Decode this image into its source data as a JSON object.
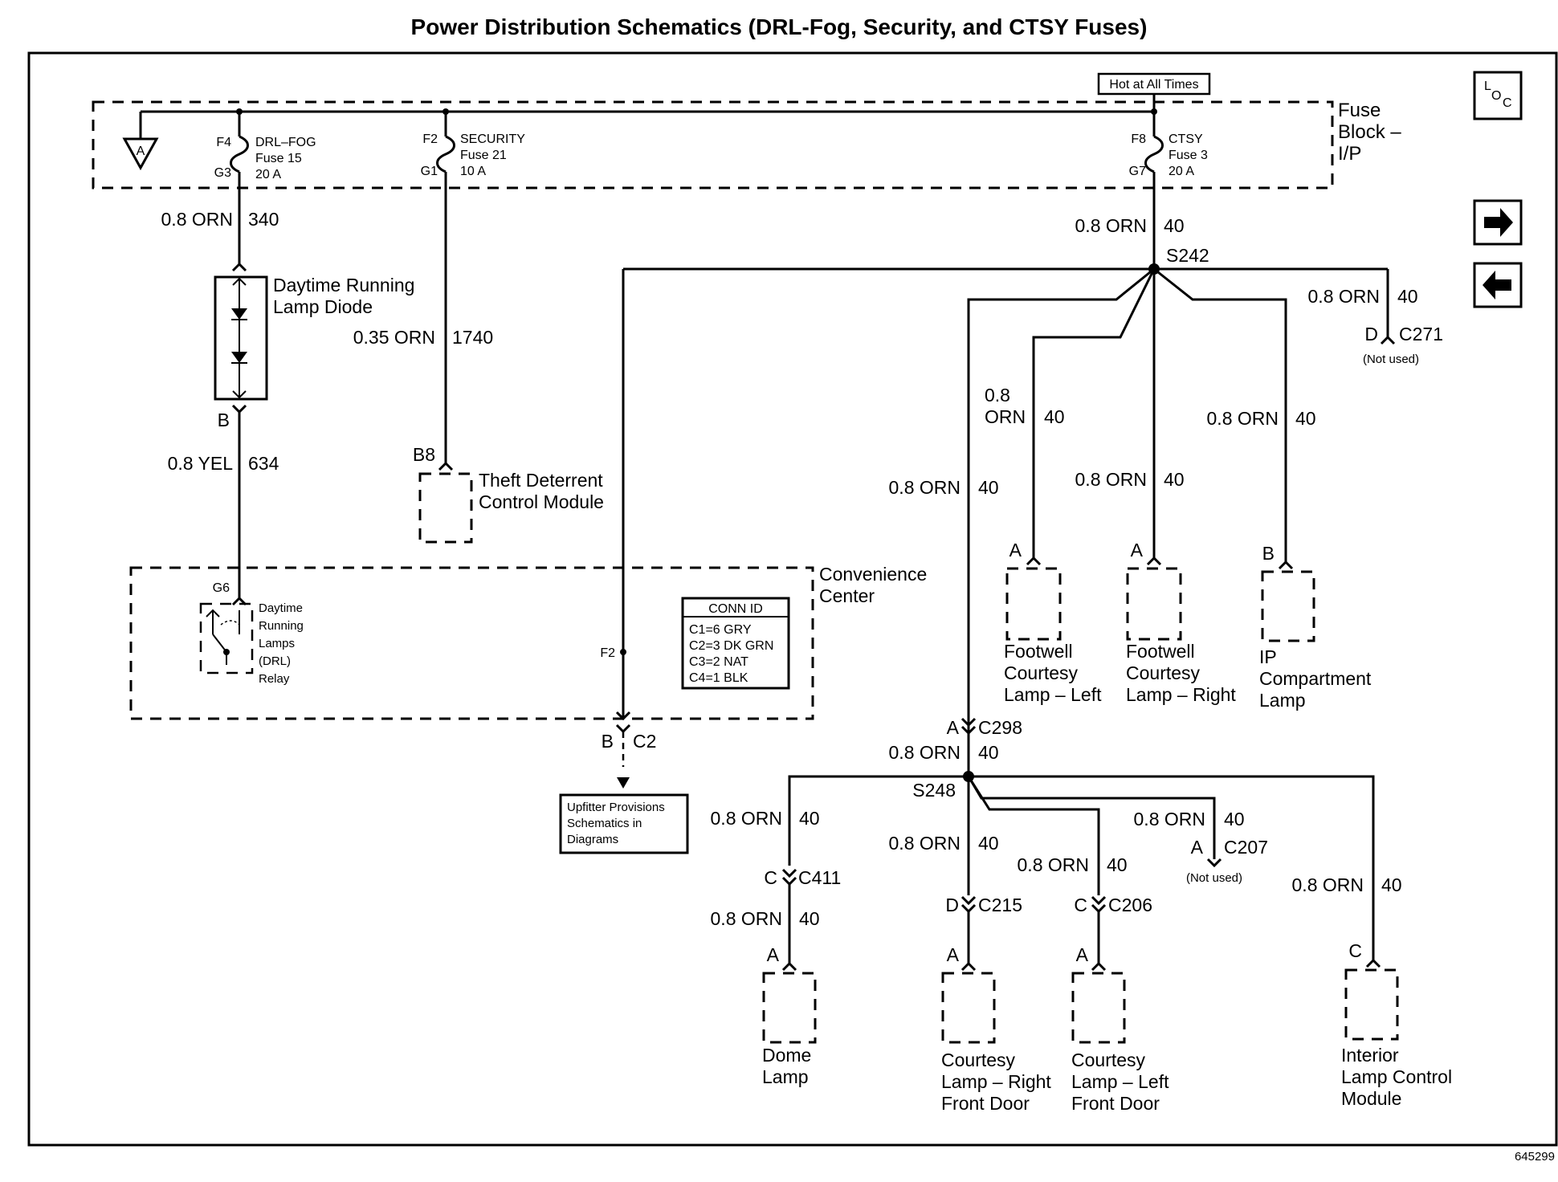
{
  "title": "Power Distribution Schematics (DRL-Fog, Security, and CTSY Fuses)",
  "diagram_id": "645299",
  "hot_at_all_times": "Hot at All Times",
  "fuse_block": {
    "line1": "Fuse",
    "line2": "Block –",
    "line3": "I/P",
    "ground_label": "A"
  },
  "loc_icon": {
    "l": "L",
    "o": "O",
    "c": "C"
  },
  "nav": {
    "next": "next-page",
    "prev": "previous-page"
  },
  "fuses": [
    {
      "top_pin": "F4",
      "bottom_pin": "G3",
      "name": "DRL–FOG",
      "fuse": "Fuse 15",
      "amps": "20 A"
    },
    {
      "top_pin": "F2",
      "bottom_pin": "G1",
      "name": "SECURITY",
      "fuse": "Fuse 21",
      "amps": "10 A"
    },
    {
      "top_pin": "F8",
      "bottom_pin": "G7",
      "name": "CTSY",
      "fuse": "Fuse 3",
      "amps": "20 A"
    }
  ],
  "wires": {
    "w340": {
      "gauge": "0.8 ORN",
      "circuit": "340"
    },
    "w634": {
      "gauge": "0.8 YEL",
      "circuit": "634"
    },
    "w1740": {
      "gauge": "0.35 ORN",
      "circuit": "1740"
    },
    "w_ctsy": {
      "gauge": "0.8 ORN",
      "circuit": "40"
    },
    "w_c271": {
      "gauge": "0.8 ORN",
      "circuit": "40"
    },
    "w_fwl_gauge1": "0.8",
    "w_fwl_gauge2": "ORN",
    "w_fwl_circuit": "40",
    "w_fwr": {
      "gauge": "0.8 ORN",
      "circuit": "40"
    },
    "w_ip": {
      "gauge": "0.8 ORN",
      "circuit": "40"
    },
    "w_down": {
      "gauge": "0.8 ORN",
      "circuit": "40"
    },
    "w_c298": {
      "gauge": "0.8 ORN",
      "circuit": "40"
    },
    "w_c411a": {
      "gauge": "0.8 ORN",
      "circuit": "40"
    },
    "w_c411b": {
      "gauge": "0.8 ORN",
      "circuit": "40"
    },
    "w_c215": {
      "gauge": "0.8 ORN",
      "circuit": "40"
    },
    "w_c206": {
      "gauge": "0.8 ORN",
      "circuit": "40"
    },
    "w_c207": {
      "gauge": "0.8 ORN",
      "circuit": "40"
    },
    "w_ilcm": {
      "gauge": "0.8 ORN",
      "circuit": "40"
    }
  },
  "splices": {
    "s242": "S242",
    "s248": "S248"
  },
  "drl_diode": {
    "line1": "Daytime Running",
    "line2": "Lamp Diode",
    "pin": "B"
  },
  "theft_module": {
    "pin": "B8",
    "line1": "Theft Deterrent",
    "line2": "Control Module"
  },
  "convenience_center": {
    "line1": "Convenience",
    "line2": "Center",
    "relay_pin": "G6",
    "relay": [
      "Daytime",
      "Running",
      "Lamps",
      "(DRL)",
      "Relay"
    ],
    "f2_pin": "F2",
    "conn_id_title": "CONN ID",
    "conn_id_rows": [
      "C1=6 GRY",
      "C2=3 DK GRN",
      "C3=2 NAT",
      "C4=1 BLK"
    ]
  },
  "c2": {
    "pin": "B",
    "name": "C2"
  },
  "upfitter": [
    "Upfitter Provisions",
    "Schematics in",
    "Diagrams"
  ],
  "c271": {
    "pin": "D",
    "name": "C271",
    "note": "(Not used)"
  },
  "c298": {
    "pin": "A",
    "name": "C298"
  },
  "c207": {
    "pin": "A",
    "name": "C207",
    "note": "(Not used)"
  },
  "c411": {
    "pin": "C",
    "name": "C411"
  },
  "c215": {
    "pin": "D",
    "name": "C215"
  },
  "c206": {
    "pin": "C",
    "name": "C206"
  },
  "components": {
    "footwell_left": {
      "pin": "A",
      "lines": [
        "Footwell",
        "Courtesy",
        "Lamp – Left"
      ]
    },
    "footwell_right": {
      "pin": "A",
      "lines": [
        "Footwell",
        "Courtesy",
        "Lamp – Right"
      ]
    },
    "ip_lamp": {
      "pin": "B",
      "lines": [
        "IP",
        "Compartment",
        "Lamp"
      ]
    },
    "dome_lamp": {
      "pin": "A",
      "lines": [
        "Dome",
        "Lamp"
      ]
    },
    "courtesy_right": {
      "pin": "A",
      "lines": [
        "Courtesy",
        "Lamp – Right",
        "Front Door"
      ]
    },
    "courtesy_left": {
      "pin": "A",
      "lines": [
        "Courtesy",
        "Lamp – Left",
        "Front Door"
      ]
    },
    "ilcm": {
      "pin": "C",
      "lines": [
        "Interior",
        "Lamp Control",
        "Module"
      ]
    }
  }
}
